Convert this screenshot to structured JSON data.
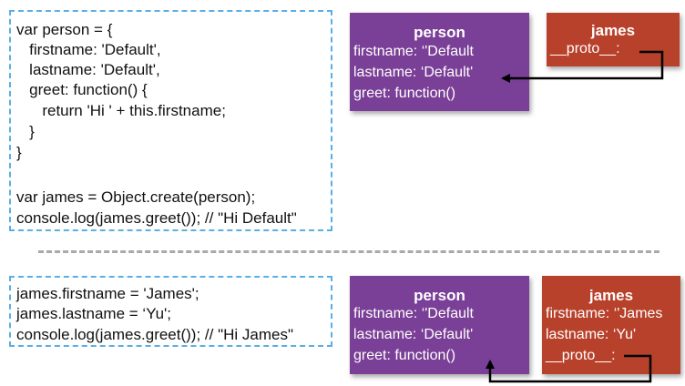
{
  "top_code": [
    "var person = {",
    "   firstname: 'Default',",
    "   lastname: 'Default',",
    "   greet: function() {",
    "      return 'Hi ' + this.firstname;",
    "   }",
    "}",
    "",
    "var james = Object.create(person);",
    "console.log(james.greet()); // \"Hi Default\""
  ],
  "top_person": {
    "title": "person",
    "props": [
      "firstname: ‘'Default",
      "lastname: ‘Default'",
      "greet: function()"
    ]
  },
  "top_james": {
    "title": "james",
    "props": [
      "__proto__:"
    ]
  },
  "bottom_code": [
    "james.firstname = 'James';",
    "james.lastname = ‘Yu';",
    "console.log(james.greet()); // \"Hi James\""
  ],
  "bottom_person": {
    "title": "person",
    "props": [
      "firstname: ‘'Default",
      "lastname: ‘Default'",
      "greet: function()"
    ]
  },
  "bottom_james": {
    "title": "james",
    "props": [
      "firstname: ‘'James",
      "lastname: ‘Yu'",
      "__proto__:"
    ]
  },
  "colors": {
    "person_box": "#7a3f96",
    "james_box": "#b8412b",
    "code_border": "#5aaee6",
    "divider": "#a9a9a9"
  }
}
